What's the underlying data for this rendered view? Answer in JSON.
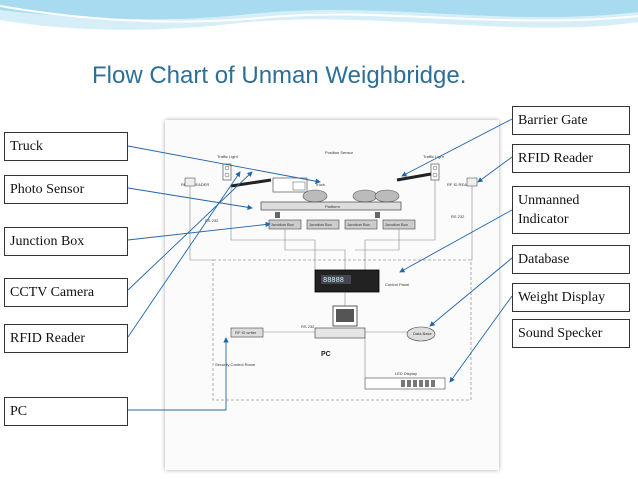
{
  "slide": {
    "title": "Flow Chart of Unman Weighbridge."
  },
  "colors": {
    "title": "#2e6f96",
    "connector": "#2266aa",
    "wave_light": "#d6eef8",
    "wave_mid": "#a9dbf0"
  },
  "left_labels": [
    {
      "id": "truck",
      "text": "Truck"
    },
    {
      "id": "photo-sensor",
      "text": "Photo Sensor"
    },
    {
      "id": "junction-box",
      "text": "Junction Box"
    },
    {
      "id": "cctv-camera",
      "text": "CCTV Camera"
    },
    {
      "id": "rfid-reader-left",
      "text": "RFID Reader"
    },
    {
      "id": "pc",
      "text": "PC"
    }
  ],
  "right_labels": [
    {
      "id": "barrier-gate",
      "text": "Barrier Gate"
    },
    {
      "id": "rfid-reader-right",
      "text": "RFID Reader"
    },
    {
      "id": "unmanned-indicator",
      "text": "Unmanned Indicator",
      "lines": [
        "Unmanned",
        "Indicator"
      ]
    },
    {
      "id": "database",
      "text": "Database"
    },
    {
      "id": "weight-display",
      "text": "Weight Display"
    },
    {
      "id": "sound-specker",
      "text": "Sound Specker"
    }
  ],
  "diagram": {
    "traffic_light_left": "Traffic Light",
    "traffic_light_right": "Traffic Light",
    "position_sensor": "Position Sensor",
    "rf_reader_left": "RF ID READER",
    "rf_reader_right": "RF ID READER",
    "truck": "Truck",
    "platform": "Platform",
    "rs232_left": "RS 232",
    "rs232_right": "RS 232",
    "junction_box": "Junction Box",
    "control_panel": "Control Panel",
    "indicator_value": "88888",
    "rs232_pc": "RS 232",
    "rf_id_writer": "RF ID writer",
    "pc": "PC",
    "data_base": "Data Base",
    "security_room": "Security Control Room",
    "led_display": "LED Display"
  }
}
